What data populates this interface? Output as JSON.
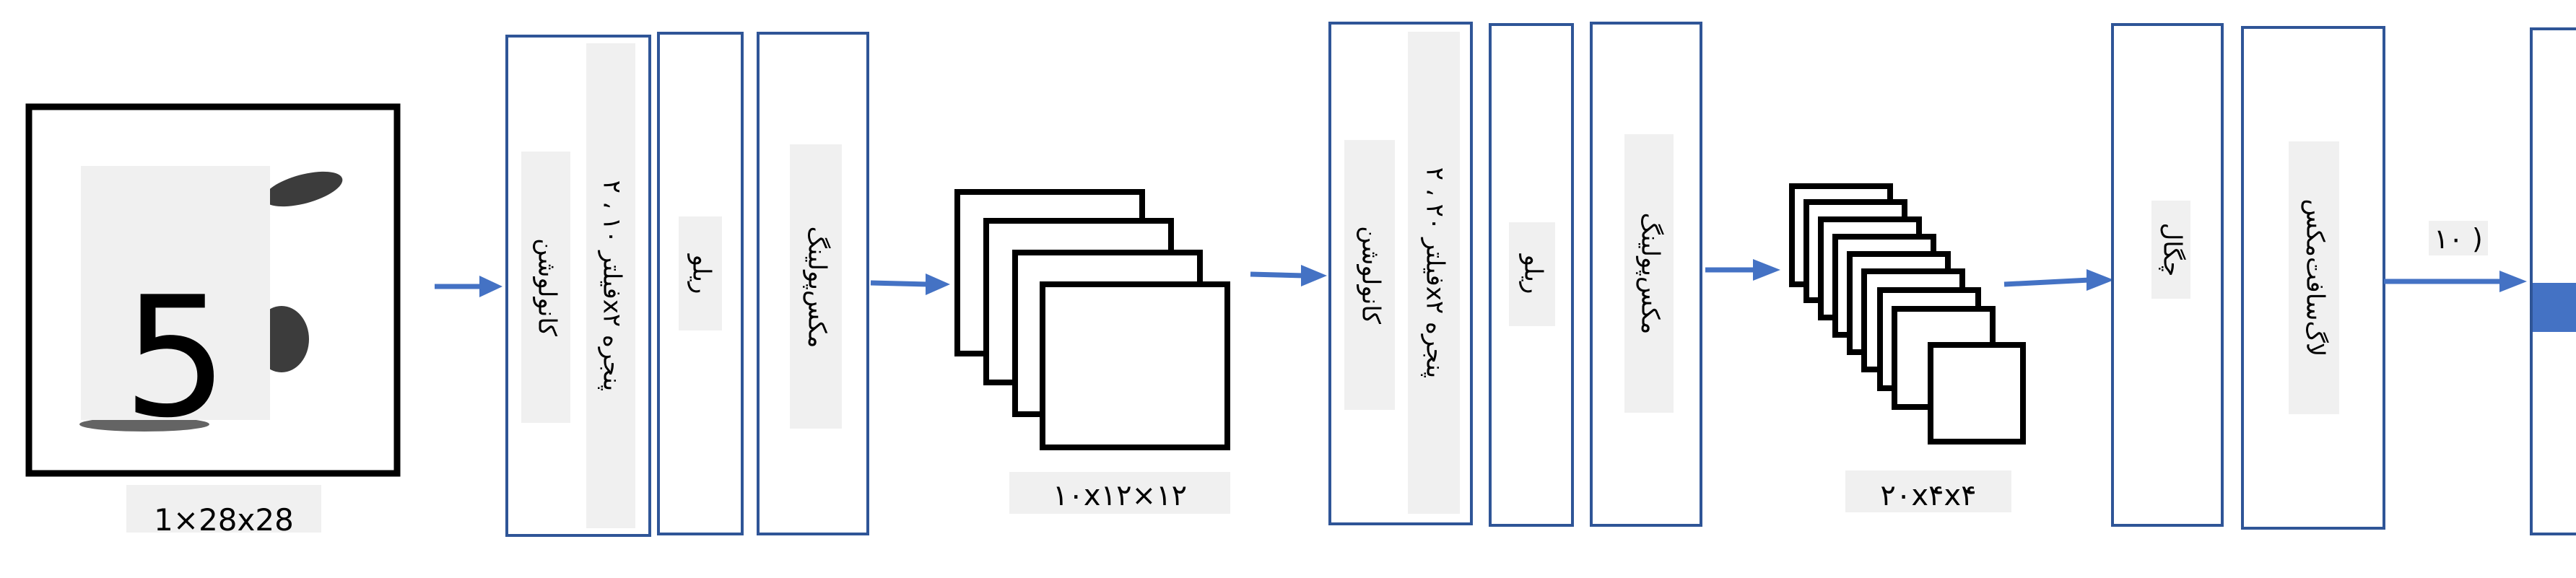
{
  "input": {
    "digit": "5",
    "size_label": "1×28x28"
  },
  "conv1": {
    "name": "کانولوشن",
    "filter": "فیلتر ۱۰ ، ۲x۲ پنجره",
    "activation": "ریلو",
    "pool": "مکس‌پولینگ"
  },
  "fmap1_label": "۱۰x۱۲×۱۲",
  "conv2": {
    "name": "کانولوشن",
    "filter": "فیلتر ۲۰ ، ۲x۲ پنجره",
    "activation": "ریلو",
    "pool": "مکس‌پولینگ"
  },
  "fmap2_label": "۲۰x۴x۴",
  "flatten": "چگال",
  "dense": "لاگ‌سافت‌مکس",
  "output_label": "۱۰ )",
  "colors": {
    "box_border": "#2f5597",
    "arrow": "#4472c4",
    "label_bg": "#f0f0f0",
    "output_highlight": "#4472c4"
  }
}
